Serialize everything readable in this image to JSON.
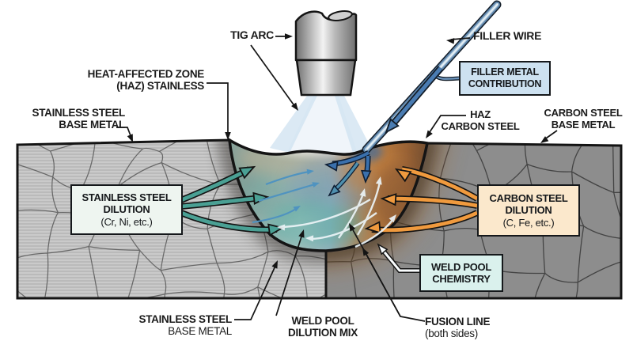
{
  "figure": {
    "description": "Cross-section diagram of TIG welding dissimilar metals showing weld pool dilution between stainless steel and carbon steel"
  },
  "labels": {
    "tig_arc": "TIG ARC",
    "filler_wire": "FILLER WIRE",
    "haz_stainless": {
      "l1": "HEAT-AFFECTED ZONE",
      "l2": "(HAZ) STAINLESS"
    },
    "stainless_base_top": {
      "l1": "STAINLESS STEEL",
      "l2": "BASE METAL"
    },
    "haz_carbon": {
      "l1": "HAZ",
      "l2": "CARBON STEEL"
    },
    "carbon_base": {
      "l1": "CARBON STEEL",
      "l2": "BASE METAL"
    },
    "stainless_base_bottom": {
      "l1": "STAINLESS STEEL",
      "l2": "BASE METAL"
    },
    "weld_pool_dilution": {
      "l1": "WELD POOL",
      "l2": "DILUTION MIX"
    },
    "fusion_line": {
      "l1": "FUSION LINE",
      "l2": "(both sides)"
    }
  },
  "callout_boxes": {
    "filler_metal_contribution": {
      "l1": "FILLER METAL",
      "l2": "CONTRIBUTION",
      "bg": "#cde1f0"
    },
    "stainless_dilution": {
      "l1": "STAINLESS STEEL",
      "l2": "DILUTION",
      "l3": "(Cr, Ni, etc.)",
      "bg": "#eef5f0"
    },
    "carbon_dilution": {
      "l1": "CARBON STEEL",
      "l2": "DILUTION",
      "l3": "(C, Fe, etc.)",
      "bg": "#fbe8cc"
    },
    "weld_pool_chemistry": {
      "l1": "WELD POOL",
      "l2": "CHEMISTRY",
      "bg": "#daf1ed"
    }
  },
  "palette": {
    "stainless_dilution_arrows": "#4aa094",
    "carbon_dilution_arrows": "#f09a3e",
    "filler_metal_arrows": "#3a70ad",
    "flow_swirl_arrows": "#ecf4f7",
    "stainless_block": "#c0c0c0",
    "carbon_block": "#8d8d8d",
    "arc_glow": "#cfe1f0"
  }
}
